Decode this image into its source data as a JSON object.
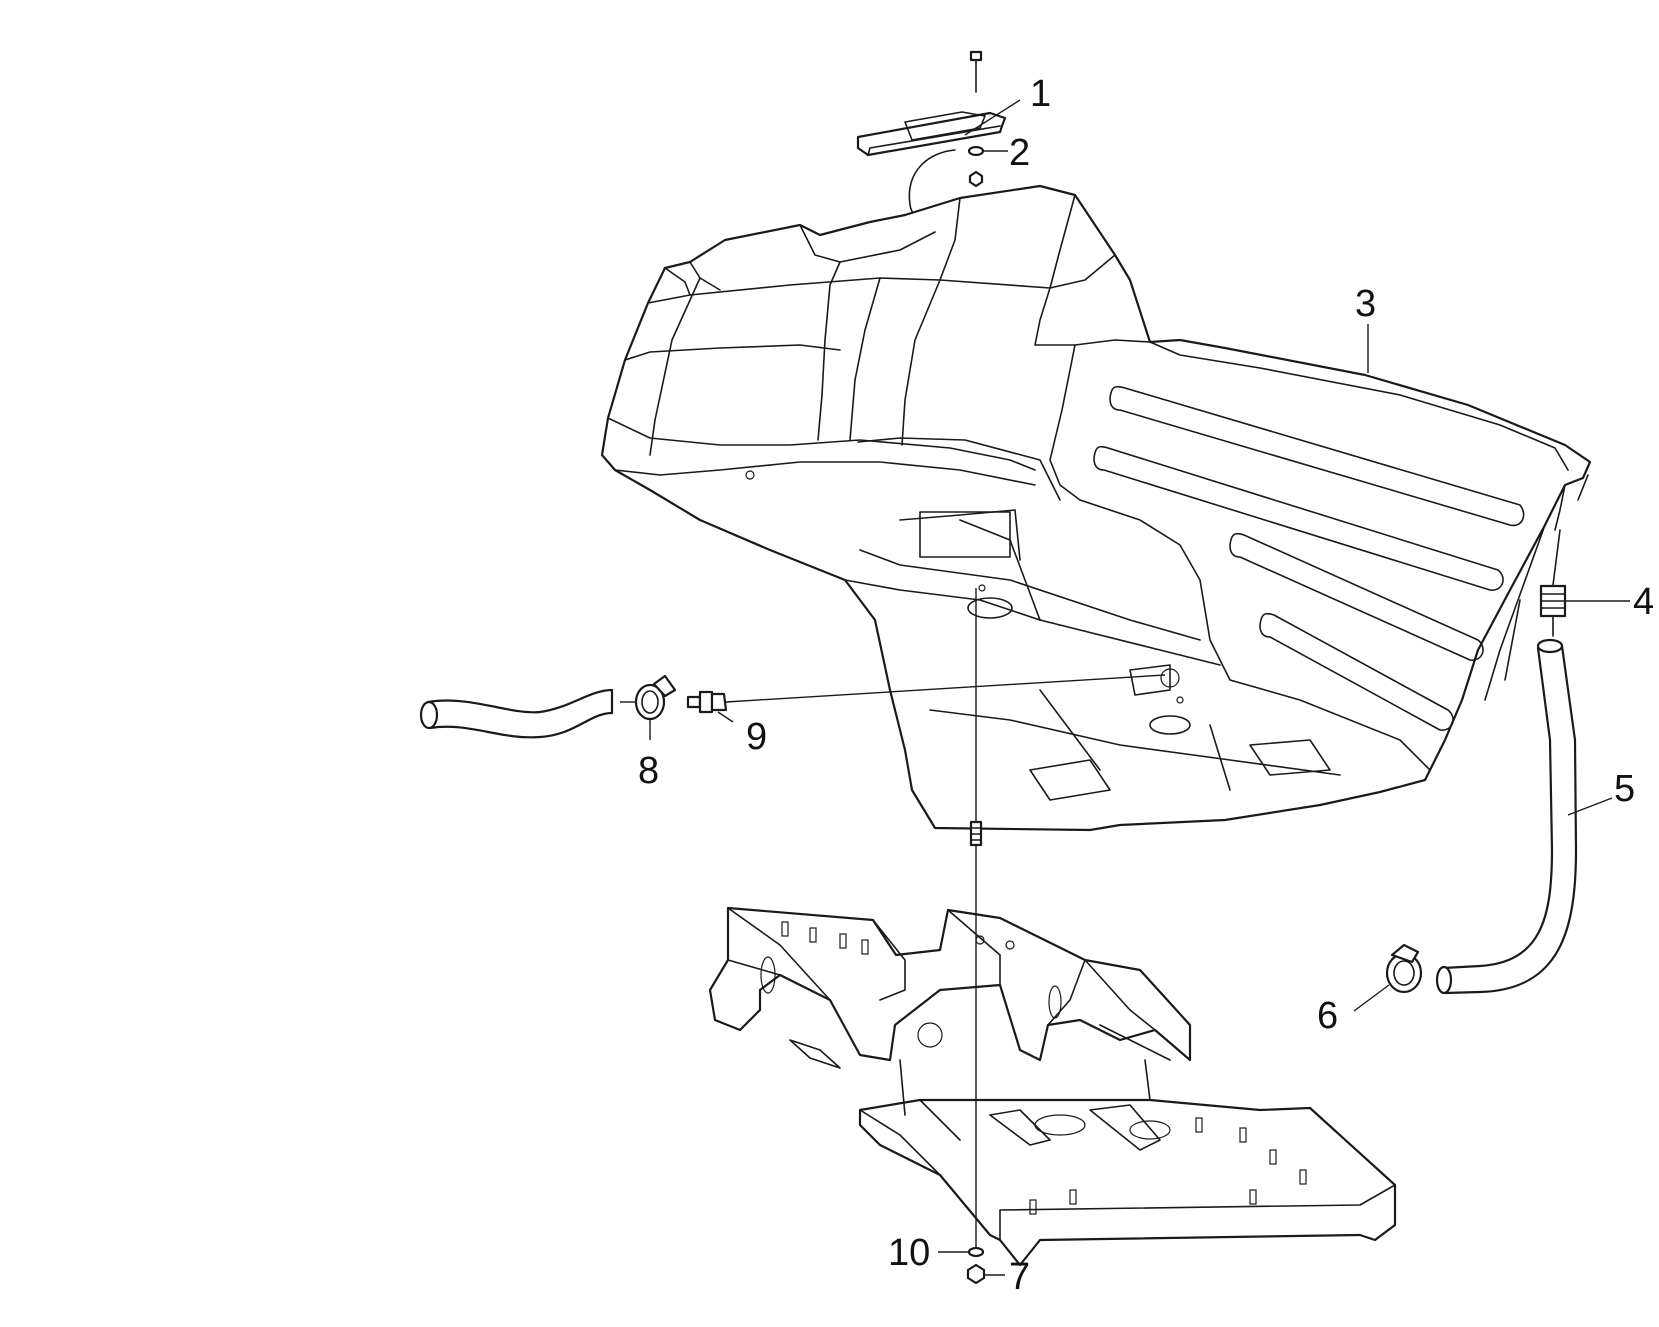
{
  "callouts": [
    {
      "id": "1",
      "label": "1"
    },
    {
      "id": "2",
      "label": "2"
    },
    {
      "id": "3",
      "label": "3"
    },
    {
      "id": "4",
      "label": "4"
    },
    {
      "id": "5",
      "label": "5"
    },
    {
      "id": "6",
      "label": "6"
    },
    {
      "id": "7",
      "label": "7"
    },
    {
      "id": "8",
      "label": "8"
    },
    {
      "id": "9",
      "label": "9"
    },
    {
      "id": "10",
      "label": "10"
    }
  ],
  "colors": {
    "line": "#1a1a1a",
    "background": "#ffffff"
  }
}
